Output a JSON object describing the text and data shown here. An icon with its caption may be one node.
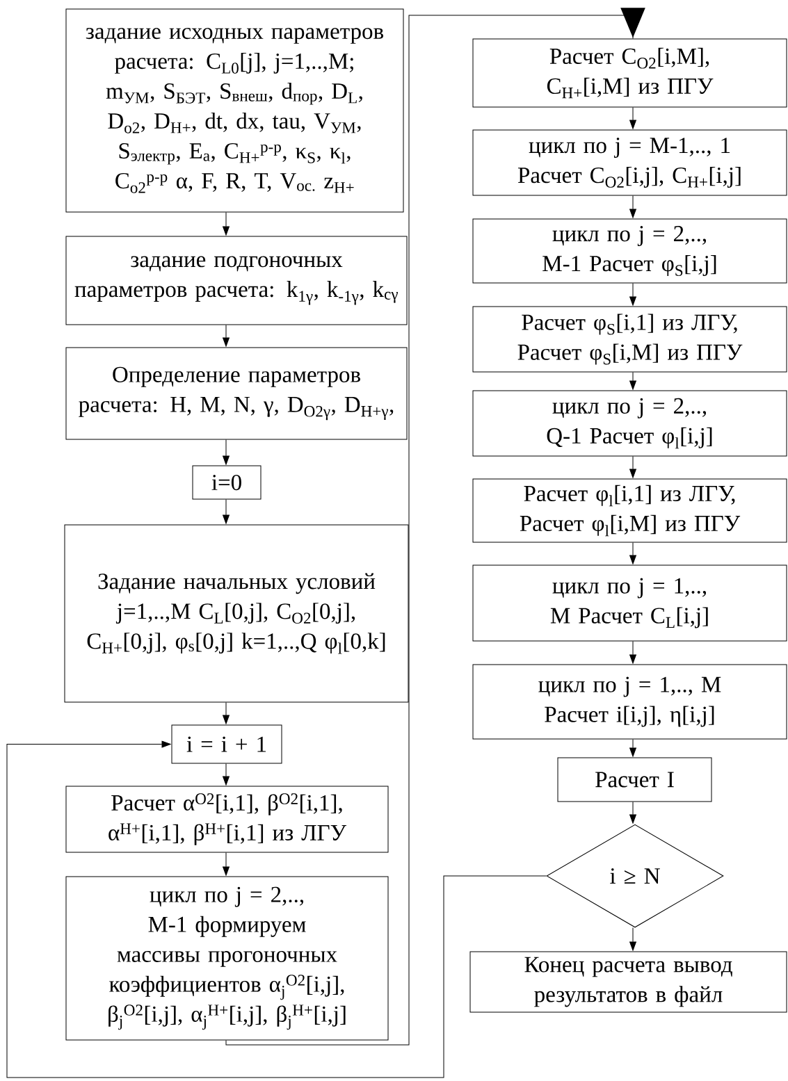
{
  "diagram": {
    "nodes": [
      {
        "text": [
          "задание исходных параметров расчета: C$_{L0}$[j], j=1,..,M; m$_{УМ}$, S$_{БЭТ}$, S$_{внеш}$, d$_{пор}$, D$_{L}$, D$_{o2}$, D$_{H+}$, dt, dx, tau, V$_{УМ}$, S$_{электр}$, E$_{a}$, C$_{H+}$$^{р-р}$, κ$_{S}$, κ$_{l}$, C$_{o2}$$^{р-р}$ α, F, R, T, V$_{oc.}$ z$_{H+}$"
        ]
      },
      {
        "text": [
          "задание подгоночных параметров расчета: k$_{1γ}$, k$_{-1γ}$, k$_{cγ}$"
        ]
      },
      {
        "text": [
          "Определение параметров расчета: H, M, N, γ, D$_{O2γ}$, D$_{H+γ}$,"
        ]
      },
      {
        "text": [
          "i=0"
        ]
      },
      {
        "text": [
          "Задание начальных условий j=1,..,M C$_{L}$[0,j], C$_{O2}$[0,j], C$_{H+}$[0,j], φ$_{s}$[0,j] k=1,..,Q φ$_{l}$[0,k]"
        ]
      },
      {
        "text": [
          "i = i + 1"
        ]
      },
      {
        "text": [
          "Расчет α$^{O2}$[i,1], β$^{O2}$[i,1], α$^{H+}$[i,1], β$^{H+}$[i,1] из ЛГУ"
        ]
      },
      {
        "text": [
          "цикл по j = 2,.., M-1 формируем массивы прогоночных коэффициентов α$_{j}$$^{O2}$[i,j], β$_{j}$$^{O2}$[i,j], α$_{j}$$^{H+}$[i,j], β$_{j}$$^{H+}$[i,j]"
        ]
      },
      {
        "text": [
          "Расчет C$_{O2}$[i,M], C$_{H+}$[i,M] из ПГУ"
        ]
      },
      {
        "text": [
          "цикл по j = M-1,.., 1 Расчет C$_{O2}$[i,j], C$_{H+}$[i,j]"
        ]
      },
      {
        "text": [
          "цикл по j = 2,.., M-1 Расчет φ$_{S}$[i,j]"
        ]
      },
      {
        "text": [
          "Расчет φ$_{S}$[i,1] из ЛГУ, Расчет φ$_{S}$[i,M] из ПГУ"
        ]
      },
      {
        "text": [
          "цикл по j = 2,.., Q-1 Расчет φ$_{l}$[i,j]"
        ]
      },
      {
        "text": [
          "Расчет φ$_{l}$[i,1] из ЛГУ, Расчет φ$_{l}$[i,M] из ПГУ"
        ]
      },
      {
        "text": [
          "цикл по j = 1,.., M Расчет C$_{L}$[i,j]"
        ]
      },
      {
        "text": [
          "цикл по j = 1,.., M Расчет i[i,j], η[i,j]"
        ]
      },
      {
        "text": [
          "Расчет I"
        ]
      },
      {
        "text": [
          "i ≥ N"
        ]
      },
      {
        "text": [
          "Конец расчета вывод результатов в файл"
        ]
      }
    ],
    "edges": [
      {
        "from": 0,
        "to": 1,
        "arrow": "to"
      },
      {
        "from": 1,
        "to": 2,
        "arrow": "to"
      },
      {
        "from": 2,
        "to": 3,
        "arrow": "to"
      },
      {
        "from": 3,
        "to": 4,
        "arrow": "to"
      },
      {
        "from": 4,
        "to": 5,
        "arrow": "to"
      },
      {
        "from": 5,
        "to": 6,
        "arrow": "to"
      },
      {
        "from": 6,
        "to": 7,
        "arrow": "to"
      },
      {
        "from": 7,
        "to": 8,
        "arrow": "to"
      },
      {
        "from": 8,
        "to": 9,
        "arrow": "to"
      },
      {
        "from": 9,
        "to": 10,
        "arrow": "to"
      },
      {
        "from": 10,
        "to": 11,
        "arrow": "to"
      },
      {
        "from": 11,
        "to": 12,
        "arrow": "to"
      },
      {
        "from": 12,
        "to": 13,
        "arrow": "to"
      },
      {
        "from": 13,
        "to": 14,
        "arrow": "to"
      },
      {
        "from": 14,
        "to": 15,
        "arrow": "to"
      },
      {
        "from": 15,
        "to": 16,
        "arrow": "to"
      },
      {
        "from": 16,
        "to": 17,
        "arrow": "to"
      },
      {
        "from": 17,
        "to": 18,
        "arrow": "to"
      },
      {
        "from": 17,
        "to": 5,
        "arrow": "to"
      }
    ]
  }
}
